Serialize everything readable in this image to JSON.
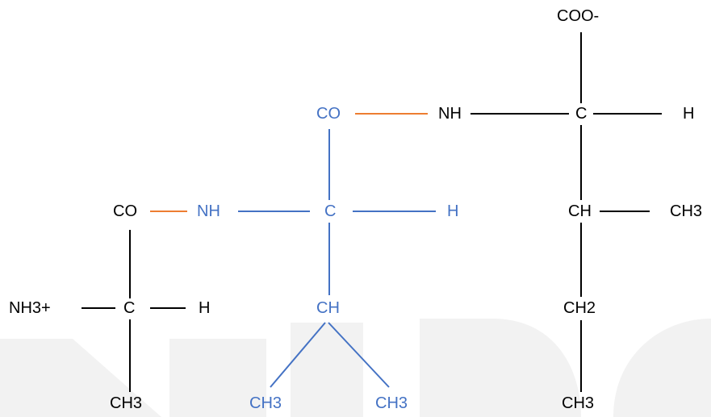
{
  "colors": {
    "black": "#000000",
    "blue": "#4472c4",
    "orange": "#ed7d31",
    "watermark": "#f2f2f2"
  },
  "residue_1": {
    "amino_group": "NH3+",
    "alpha_carbon": "C",
    "hydrogen": "H",
    "side_chain": "CH3",
    "carbonyl": "CO"
  },
  "residue_2": {
    "amide_nitrogen": "NH",
    "alpha_carbon": "C",
    "hydrogen": "H",
    "side_chain_ch": "CH",
    "methyl_left": "CH3",
    "methyl_right": "CH3",
    "carbonyl": "CO"
  },
  "residue_3": {
    "amide_nitrogen": "NH",
    "alpha_carbon": "C",
    "hydrogen": "H",
    "carboxylate": "COO-",
    "beta_ch": "CH",
    "beta_methyl": "CH3",
    "gamma_ch2": "CH2",
    "delta_methyl": "CH3"
  }
}
